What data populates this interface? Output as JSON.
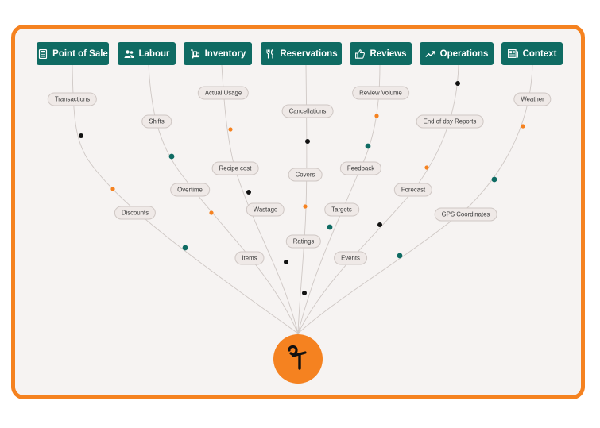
{
  "categories": [
    {
      "label": "Point of Sale",
      "icon": "calculator-icon"
    },
    {
      "label": "Labour",
      "icon": "people-icon"
    },
    {
      "label": "Inventory",
      "icon": "dolly-icon"
    },
    {
      "label": "Reservations",
      "icon": "cutlery-icon"
    },
    {
      "label": "Reviews",
      "icon": "thumbs-up-icon"
    },
    {
      "label": "Operations",
      "icon": "trend-up-icon"
    },
    {
      "label": "Context",
      "icon": "newspaper-icon"
    }
  ],
  "nodes": {
    "transactions": "Transactions",
    "discounts": "Discounts",
    "shifts": "Shifts",
    "overtime": "Overtime",
    "items": "Items",
    "actual_usage": "Actual Usage",
    "recipe_cost": "Recipe cost",
    "wastage": "Wastage",
    "cancellations": "Cancellations",
    "covers": "Covers",
    "ratings": "Ratings",
    "review_volume": "Review Volume",
    "feedback": "Feedback",
    "targets": "Targets",
    "end_of_day_reports": "End of day Reports",
    "forecast": "Forecast",
    "events": "Events",
    "weather": "Weather",
    "gps_coordinates": "GPS Coordinates"
  },
  "hub": {
    "icon": "brand-logo-icon"
  },
  "colors": {
    "frame": "#f58220",
    "category_fill": "#0f6b63",
    "hub_fill": "#f58220",
    "dot_teal": "#0f6b63",
    "dot_orange": "#f58220",
    "dot_black": "#111111",
    "line": "#cfc8c5"
  }
}
